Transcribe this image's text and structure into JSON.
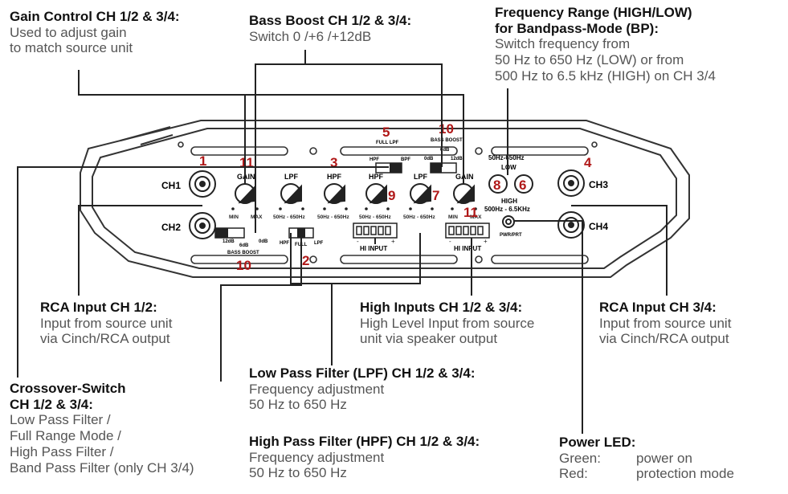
{
  "callouts": {
    "gain": {
      "title": "Gain Control CH 1/2 & 3/4:",
      "lines": [
        "Used to adjust gain",
        "to match source unit"
      ]
    },
    "bass": {
      "title": "Bass Boost CH 1/2 & 3/4:",
      "lines": [
        "Switch 0 /+6 /+12dB"
      ]
    },
    "freq": {
      "title_lines": [
        "Frequency Range (HIGH/LOW)",
        "for Bandpass-Mode (BP):"
      ],
      "lines": [
        "Switch frequency from",
        "50 Hz to 650 Hz (LOW) or from",
        "500 Hz to 6.5 kHz (HIGH) on CH 3/4"
      ]
    },
    "rca12": {
      "title": "RCA Input CH 1/2:",
      "lines": [
        "Input from source unit",
        "via Cinch/RCA output"
      ]
    },
    "hi": {
      "title": "High Inputs CH 1/2 & 3/4:",
      "lines": [
        "High Level Input from source",
        "unit via speaker output"
      ]
    },
    "rca34": {
      "title": "RCA Input CH 3/4:",
      "lines": [
        "Input from source unit",
        "via Cinch/RCA output"
      ]
    },
    "xover": {
      "title_lines": [
        "Crossover-Switch",
        "CH 1/2 & 3/4:"
      ],
      "lines": [
        "Low Pass Filter /",
        "Full Range Mode /",
        "High Pass Filter /",
        "Band Pass Filter (only CH 3/4)"
      ]
    },
    "lpf": {
      "title": "Low Pass Filter (LPF) CH 1/2 & 3/4:",
      "lines": [
        "Frequency adjustment",
        "50 Hz to 650 Hz"
      ]
    },
    "hpf": {
      "title": "High Pass Filter (HPF) CH 1/2 & 3/4:",
      "lines": [
        "Frequency adjustment",
        "50 Hz to 650 Hz"
      ]
    },
    "led": {
      "title": "Power LED:",
      "rows": [
        {
          "k": "Green:",
          "v": "power on"
        },
        {
          "k": "Red:",
          "v": "protection mode"
        }
      ]
    }
  },
  "panel": {
    "ch1": "CH1",
    "ch2": "CH2",
    "ch3": "CH3",
    "ch4": "CH4",
    "gain": "GAIN",
    "lpf": "LPF",
    "hpf": "HPF",
    "min": "MIN",
    "max": "MAX",
    "range": "50Hz - 650Hz",
    "full": "FULL",
    "full_lpf": "FULL  LPF",
    "bp": "BPF",
    "hpf_small": "HPF",
    "lpf_small": "LPF",
    "hpf_small2": "HPF",
    "bass_boost": "BASS BOOST",
    "db12": "12dB",
    "db6": "6dB",
    "db0": "0dB",
    "hi_input": "HI INPUT",
    "range_low": "50Hz-650Hz",
    "low": "LOW",
    "high": "HIGH",
    "range_high": "500Hz - 6.5KHz",
    "pwr": "PWR/PRT",
    "minus": "-",
    "plus": "+"
  },
  "markers": [
    "1",
    "11",
    "3",
    "5",
    "10",
    "9",
    "7",
    "11",
    "8",
    "6",
    "4",
    "10",
    "2"
  ],
  "colors": {
    "marker": "#b01818",
    "line": "#222222",
    "text": "#111111",
    "desc": "#555555"
  }
}
